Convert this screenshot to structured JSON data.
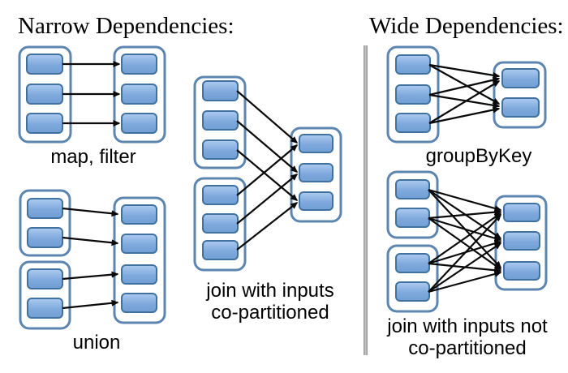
{
  "titles": {
    "narrow": "Narrow Dependencies:",
    "wide": "Wide Dependencies:"
  },
  "labels": {
    "map_filter": "map, filter",
    "union": "union",
    "join_copartitioned": {
      "line1": "join with inputs",
      "line2": "co-partitioned"
    },
    "groupByKey": "groupByKey",
    "join_not_copartitioned": {
      "line1": "join with inputs not",
      "line2": "co-partitioned"
    }
  },
  "colors": {
    "partition_fill_top": "#adcbf0",
    "partition_fill_mid": "#7fa9dd",
    "partition_fill_bottom": "#709ed4",
    "partition_border": "#41729f",
    "container_border": "#5c85b0",
    "arrow": "#0a0a0a",
    "divider": "#a5a5a5",
    "text": "#000000",
    "background": "#ffffff"
  },
  "structure": {
    "narrow_examples": [
      {
        "label": "map, filter",
        "source_partitions": [
          3
        ],
        "target_partitions": 3,
        "mapping": "one-to-one"
      },
      {
        "label": "union",
        "source_partitions": [
          2,
          2
        ],
        "target_partitions": 4,
        "mapping": "one-to-one"
      },
      {
        "label": "join with inputs co-partitioned",
        "source_partitions": [
          3,
          3
        ],
        "target_partitions": 3,
        "mapping": "co-partitioned pairs"
      }
    ],
    "wide_examples": [
      {
        "label": "groupByKey",
        "source_partitions": [
          3
        ],
        "target_partitions": 2,
        "mapping": "all-to-all"
      },
      {
        "label": "join with inputs not co-partitioned",
        "source_partitions": [
          2,
          2
        ],
        "target_partitions": 3,
        "mapping": "all-to-all"
      }
    ]
  }
}
